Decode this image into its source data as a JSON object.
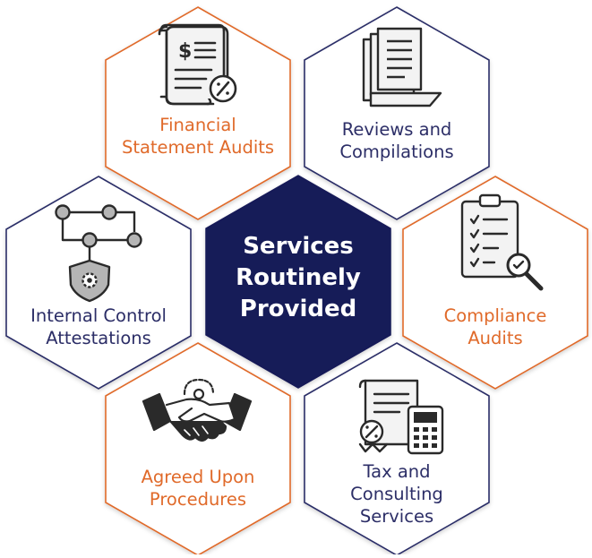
{
  "colors": {
    "orange": "#e06a2a",
    "navy": "#2c2e67",
    "center_fill": "#181a58",
    "icon_dark": "#2a2a2a",
    "icon_fill": "#f3f3f3"
  },
  "center": {
    "lines": [
      "Services",
      "Routinely",
      "Provided"
    ]
  },
  "services": [
    {
      "lines": [
        "Financial",
        "Statement Audits"
      ],
      "accent": "orange",
      "icon": "invoice-dollar-percent-icon"
    },
    {
      "lines": [
        "Reviews and",
        "Compilations"
      ],
      "accent": "navy",
      "icon": "stacked-documents-icon"
    },
    {
      "lines": [
        "Internal Control",
        "Attestations"
      ],
      "accent": "navy",
      "icon": "process-flow-shield-gear-icon"
    },
    {
      "lines": [
        "Compliance",
        "Audits"
      ],
      "accent": "orange",
      "icon": "clipboard-checklist-magnifier-icon"
    },
    {
      "lines": [
        "Agreed Upon",
        "Procedures"
      ],
      "accent": "orange",
      "icon": "handshake-gear-icon"
    },
    {
      "lines": [
        "Tax and",
        "Consulting",
        "Services"
      ],
      "accent": "navy",
      "icon": "tax-document-calculator-icon"
    }
  ]
}
